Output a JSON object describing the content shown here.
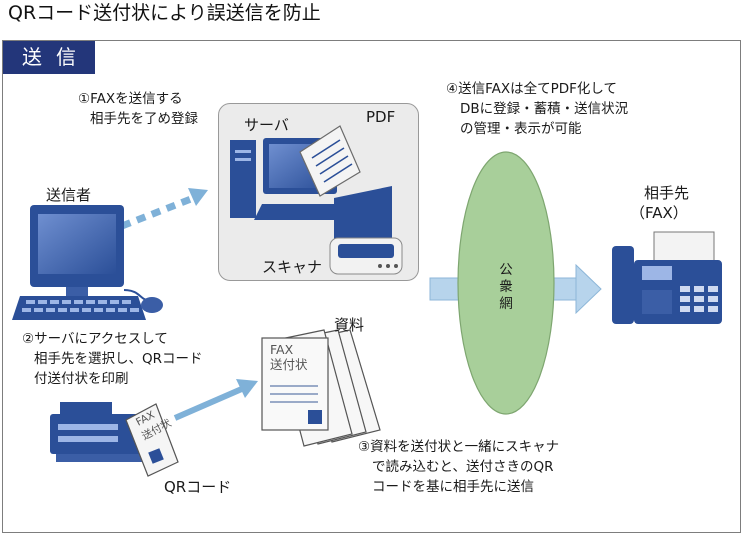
{
  "title": "QRコード送付状により誤送信を防止",
  "section_tag": "送信",
  "sender": {
    "label": "送信者"
  },
  "server": {
    "label": "サーバ",
    "pdf_label": "PDF",
    "scanner_label": "スキャナ"
  },
  "network": {
    "label": "公衆網"
  },
  "recipient": {
    "label_line1": "相手先",
    "label_line2": "（FAX）"
  },
  "documents": {
    "label": "資料",
    "fax_cover_line1": "FAX",
    "fax_cover_line2": "送付状"
  },
  "cover_sheet": {
    "text_line1": "FAX",
    "text_line2": "送付状",
    "qr_label": "QRコード"
  },
  "steps": [
    {
      "lines": [
        "①FAXを送信する",
        "相手先を了め登録"
      ]
    },
    {
      "lines": [
        "②サーバにアクセスして",
        "相手先を選択し、QRコード",
        "付送付状を印刷"
      ]
    },
    {
      "lines": [
        "③資料を送付状と一緒にスキャナ",
        "で読み込むと、送付さきのQR",
        "コードを基に相手先に送信"
      ]
    },
    {
      "lines": [
        "④送信FAXは全てPDF化して",
        "DBに登録・蓄積・送信状況",
        "の管理・表示が可能"
      ]
    }
  ],
  "colors": {
    "tag_bg": "#23367a",
    "device_blue": "#2b4f98",
    "ellipse": "#a8cf9a",
    "arrow": "#7fb1d8",
    "panel": "#ebebeb"
  }
}
